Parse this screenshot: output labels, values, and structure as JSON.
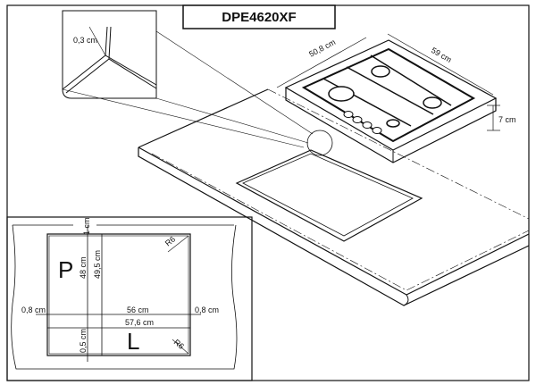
{
  "title": "DPE4620XF",
  "hob_dims": {
    "depth": "50,8 cm",
    "width": "59 cm",
    "height": "7 cm"
  },
  "detail": {
    "edge": "0,3 cm"
  },
  "plan": {
    "top_margin": "1 cm",
    "cut_depth": "48 cm",
    "total_depth": "49,5 cm",
    "left_gap": "0,8 cm",
    "right_gap": "0,8 cm",
    "cut_width": "56 cm",
    "total_width": "57,6 cm",
    "bottom_margin": "0,5 cm",
    "radius_top": "R6",
    "radius_bottom": "R6",
    "label_p": "P",
    "label_l": "L"
  }
}
